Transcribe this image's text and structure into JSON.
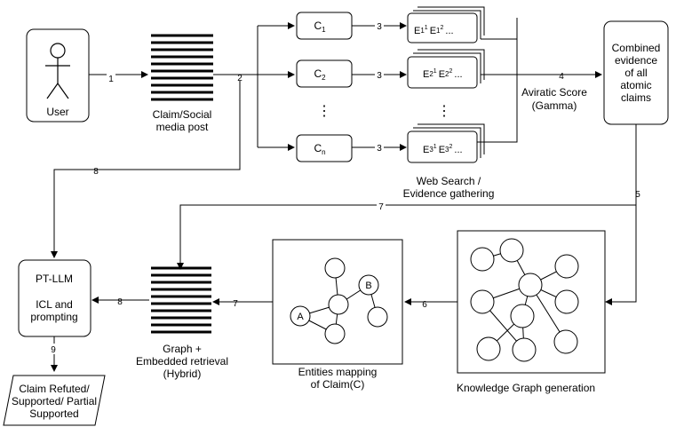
{
  "user": {
    "label": "User"
  },
  "claim_post": {
    "line1": "Claim/Social",
    "line2": "media post"
  },
  "claims": [
    {
      "letter": "C",
      "sub": "1"
    },
    {
      "letter": "C",
      "sub": "2"
    },
    {
      "letter": "C",
      "sub": "n"
    }
  ],
  "ellipsis": "⋮",
  "evidence": [
    {
      "a": "E",
      "a_sub": "1",
      "a_sup": "1",
      "b": "E",
      "b_sub": "1",
      "b_sup": "2",
      "tail": "..."
    },
    {
      "a": "E",
      "a_sub": "2",
      "a_sup": "1",
      "b": "E",
      "b_sub": "2",
      "b_sup": "2",
      "tail": "..."
    },
    {
      "a": "E",
      "a_sub": "3",
      "a_sup": "1",
      "b": "E",
      "b_sub": "3",
      "b_sup": "2",
      "tail": "..."
    }
  ],
  "web_search": {
    "line1": "Web Search /",
    "line2": "Evidence gathering"
  },
  "aviratic": {
    "line1": "Aviratic Score",
    "line2": "(Gamma)"
  },
  "combined": {
    "lines": [
      "Combined",
      "evidence",
      "of all",
      "atomic",
      "claims"
    ]
  },
  "kg": {
    "label": "Knowledge Graph generation"
  },
  "entities": {
    "line1": "Entities mapping",
    "line2": "of Claim(C)",
    "node_a": "A",
    "node_b": "B"
  },
  "retrieval": {
    "line1": "Graph +",
    "line2": "Embedded retrieval",
    "line3": "(Hybrid)"
  },
  "ptllm": {
    "line1": "PT-LLM",
    "line2": "ICL and",
    "line3": "prompting"
  },
  "output": {
    "line1": "Claim Refuted/",
    "line2": "Supported/ Partial",
    "line3": "Supported"
  },
  "steps": {
    "s1": "1",
    "s2": "2",
    "s3a": "3",
    "s3b": "3",
    "s3c": "3",
    "s4": "4",
    "s5": "5",
    "s6": "6",
    "s7a": "7",
    "s7b": "7",
    "s8a": "8",
    "s8b": "8",
    "s9": "9"
  }
}
